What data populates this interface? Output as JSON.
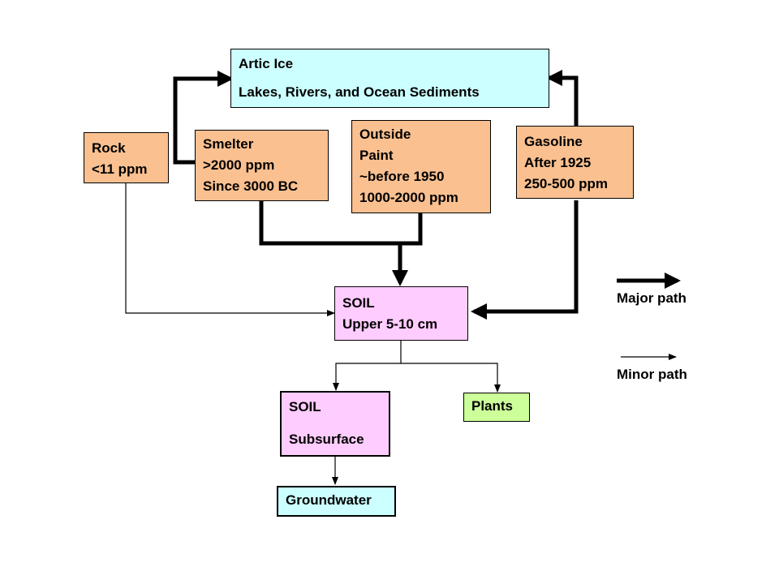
{
  "colors": {
    "source_fill": "#FAC090",
    "sink_fill": "#CCFFFF",
    "soil_fill": "#FFCCFF",
    "plants_fill": "#CCFF99",
    "line": "#000000"
  },
  "nodes": {
    "arctic": {
      "lines": [
        "Artic Ice",
        "Lakes, Rivers, and Ocean Sediments"
      ]
    },
    "rock": {
      "lines": [
        "Rock",
        "<11 ppm"
      ]
    },
    "smelter": {
      "lines": [
        ">2000 ppm",
        "Since 3000 BC"
      ],
      "title": "Smelter"
    },
    "paint": {
      "lines": [
        "Outside",
        "Paint",
        "~before 1950",
        "1000-2000 ppm"
      ]
    },
    "gasoline": {
      "lines": [
        "Gasoline",
        "After 1925",
        "250-500 ppm"
      ]
    },
    "soil_upper": {
      "lines": [
        "SOIL",
        "Upper 5-10 cm"
      ]
    },
    "soil_subsurface": {
      "lines": [
        "SOIL",
        "Subsurface"
      ]
    },
    "plants": {
      "lines": [
        "Plants"
      ]
    },
    "groundwater": {
      "lines": [
        "Groundwater"
      ]
    }
  },
  "legend": {
    "major": "Major path",
    "minor": "Minor path"
  },
  "edges": [
    {
      "from": "Smelter",
      "to": "Artic Ice",
      "weight": "major"
    },
    {
      "from": "Gasoline",
      "to": "Artic Ice",
      "weight": "major"
    },
    {
      "from": "Smelter",
      "to": "SOIL Upper 5-10 cm",
      "weight": "major"
    },
    {
      "from": "Outside Paint",
      "to": "SOIL Upper 5-10 cm",
      "weight": "major"
    },
    {
      "from": "Gasoline",
      "to": "SOIL Upper 5-10 cm",
      "weight": "major"
    },
    {
      "from": "Rock",
      "to": "SOIL Upper 5-10 cm",
      "weight": "minor"
    },
    {
      "from": "SOIL Upper 5-10 cm",
      "to": "SOIL Subsurface",
      "weight": "minor"
    },
    {
      "from": "SOIL Upper 5-10 cm",
      "to": "Plants",
      "weight": "minor"
    },
    {
      "from": "SOIL Subsurface",
      "to": "Groundwater",
      "weight": "minor"
    }
  ]
}
